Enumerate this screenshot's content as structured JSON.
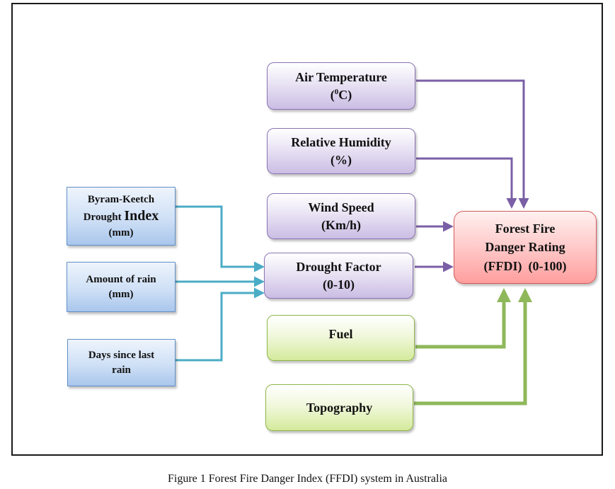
{
  "nodes": {
    "air_temperature": {
      "line1": "Air Temperature",
      "unit_open": "(",
      "unit_sup": "0",
      "unit_close": "C)"
    },
    "relative_humidity": {
      "line1": "Relative Humidity",
      "line2": "(%)"
    },
    "wind_speed": {
      "line1": "Wind Speed",
      "line2": "(Km/h)"
    },
    "drought_factor": {
      "line1": "Drought Factor",
      "line2": "(0-10)"
    },
    "fuel": {
      "line1": "Fuel"
    },
    "topography": {
      "line1": "Topography"
    },
    "kbdi": {
      "line1": "Byram-Keetch",
      "line2a": "Drought ",
      "line2b": "Index",
      "line3": "(mm)"
    },
    "rain": {
      "line1": "Amount of rain",
      "line2": "(mm)"
    },
    "days": {
      "line1": "Days since last",
      "line2": "rain"
    },
    "ffdi": {
      "line1": "Forest Fire",
      "line2": "Danger Rating",
      "line3": "(FFDI)  (0-100)"
    }
  },
  "colors": {
    "purple_arrow": "#7a5fa6",
    "blue_arrow": "#4bacc6",
    "green_arrow": "#8fb85a"
  },
  "caption": "Figure 1 Forest Fire Danger Index (FFDI) system in Australia"
}
